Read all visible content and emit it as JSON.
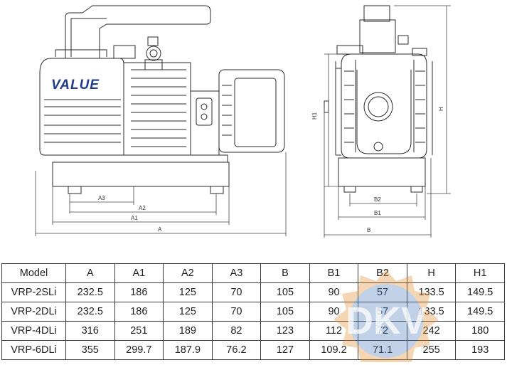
{
  "brand_logo": "VALUE",
  "front_view": {
    "dimension_labels": [
      "A3",
      "A2",
      "A1",
      "A"
    ]
  },
  "side_view": {
    "dimension_labels": [
      "H1",
      "H",
      "B2",
      "B1",
      "B"
    ]
  },
  "table": {
    "headers": [
      "Model",
      "A",
      "A1",
      "A2",
      "A3",
      "B",
      "B1",
      "B2",
      "H",
      "H1"
    ],
    "rows": [
      [
        "VRP-2SLi",
        "232.5",
        "186",
        "125",
        "70",
        "105",
        "90",
        "57",
        "133.5",
        "149.5"
      ],
      [
        "VRP-2DLi",
        "232.5",
        "186",
        "125",
        "70",
        "105",
        "90",
        "57",
        "133.5",
        "149.5"
      ],
      [
        "VRP-4DLi",
        "316",
        "251",
        "189",
        "82",
        "123",
        "112",
        "72",
        "242",
        "180"
      ],
      [
        "VRP-6DLi",
        "355",
        "299.7",
        "187.9",
        "76.2",
        "127",
        "109.2",
        "71.1",
        "255",
        "193"
      ]
    ]
  },
  "watermark": {
    "text": "DKV",
    "colors": {
      "blue": "#4f7fc0",
      "orange": "#e08a2c"
    }
  }
}
